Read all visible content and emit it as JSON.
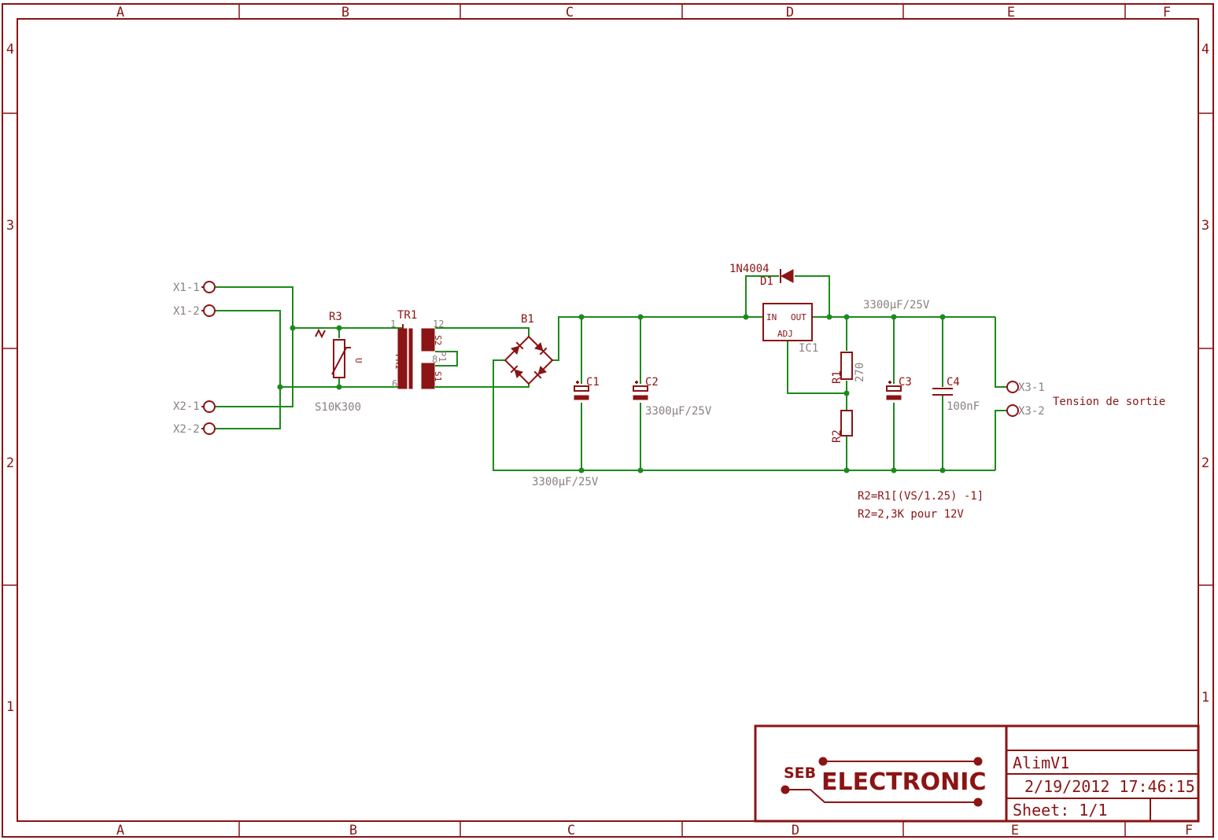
{
  "frame": {
    "columns": [
      "A",
      "B",
      "C",
      "D",
      "E",
      "F"
    ],
    "rows": [
      "4",
      "3",
      "2",
      "1"
    ]
  },
  "connectors": {
    "x1_1": "X1-1",
    "x1_2": "X1-2",
    "x2_1": "X2-1",
    "x2_2": "X2-2",
    "x3_1": "X3-1",
    "x3_2": "X3-2"
  },
  "components": {
    "r3": {
      "ref": "R3",
      "value": "S10K300",
      "mark": "U"
    },
    "tr1": {
      "ref": "TR1",
      "pin1": "1",
      "pin6": "6",
      "pin12": "12",
      "pin8": "8",
      "pri": "PRI",
      "s1": "S1",
      "s2": "S2",
      "p1": "P1"
    },
    "b1": {
      "ref": "B1"
    },
    "c1": {
      "ref": "C1",
      "value": "3300µF/25V"
    },
    "c2": {
      "ref": "C2",
      "value": "3300µF/25V"
    },
    "d1": {
      "ref": "D1",
      "value": "1N4004"
    },
    "ic1": {
      "ref": "IC1",
      "in": "IN",
      "out": "OUT",
      "adj": "ADJ"
    },
    "r1": {
      "ref": "R1",
      "value": "270"
    },
    "r2": {
      "ref": "R2"
    },
    "c3": {
      "ref": "C3",
      "value": "3300µF/25V"
    },
    "c4": {
      "ref": "C4",
      "value": "100nF"
    }
  },
  "notes": {
    "output": "Tension de sortie",
    "formula": "R2=R1[(VS/1.25) -1]",
    "example": "R2=2,3K pour 12V"
  },
  "title_block": {
    "logo_small": "SEB",
    "logo_big": "ELECTRONIC",
    "project": "AlimV1",
    "date": "2/19/2012 17:46:15",
    "sheet": "Sheet: 1/1"
  },
  "colors": {
    "frame": "#8b1414",
    "wire": "#1d8a1d",
    "value_text": "#8b8080"
  }
}
